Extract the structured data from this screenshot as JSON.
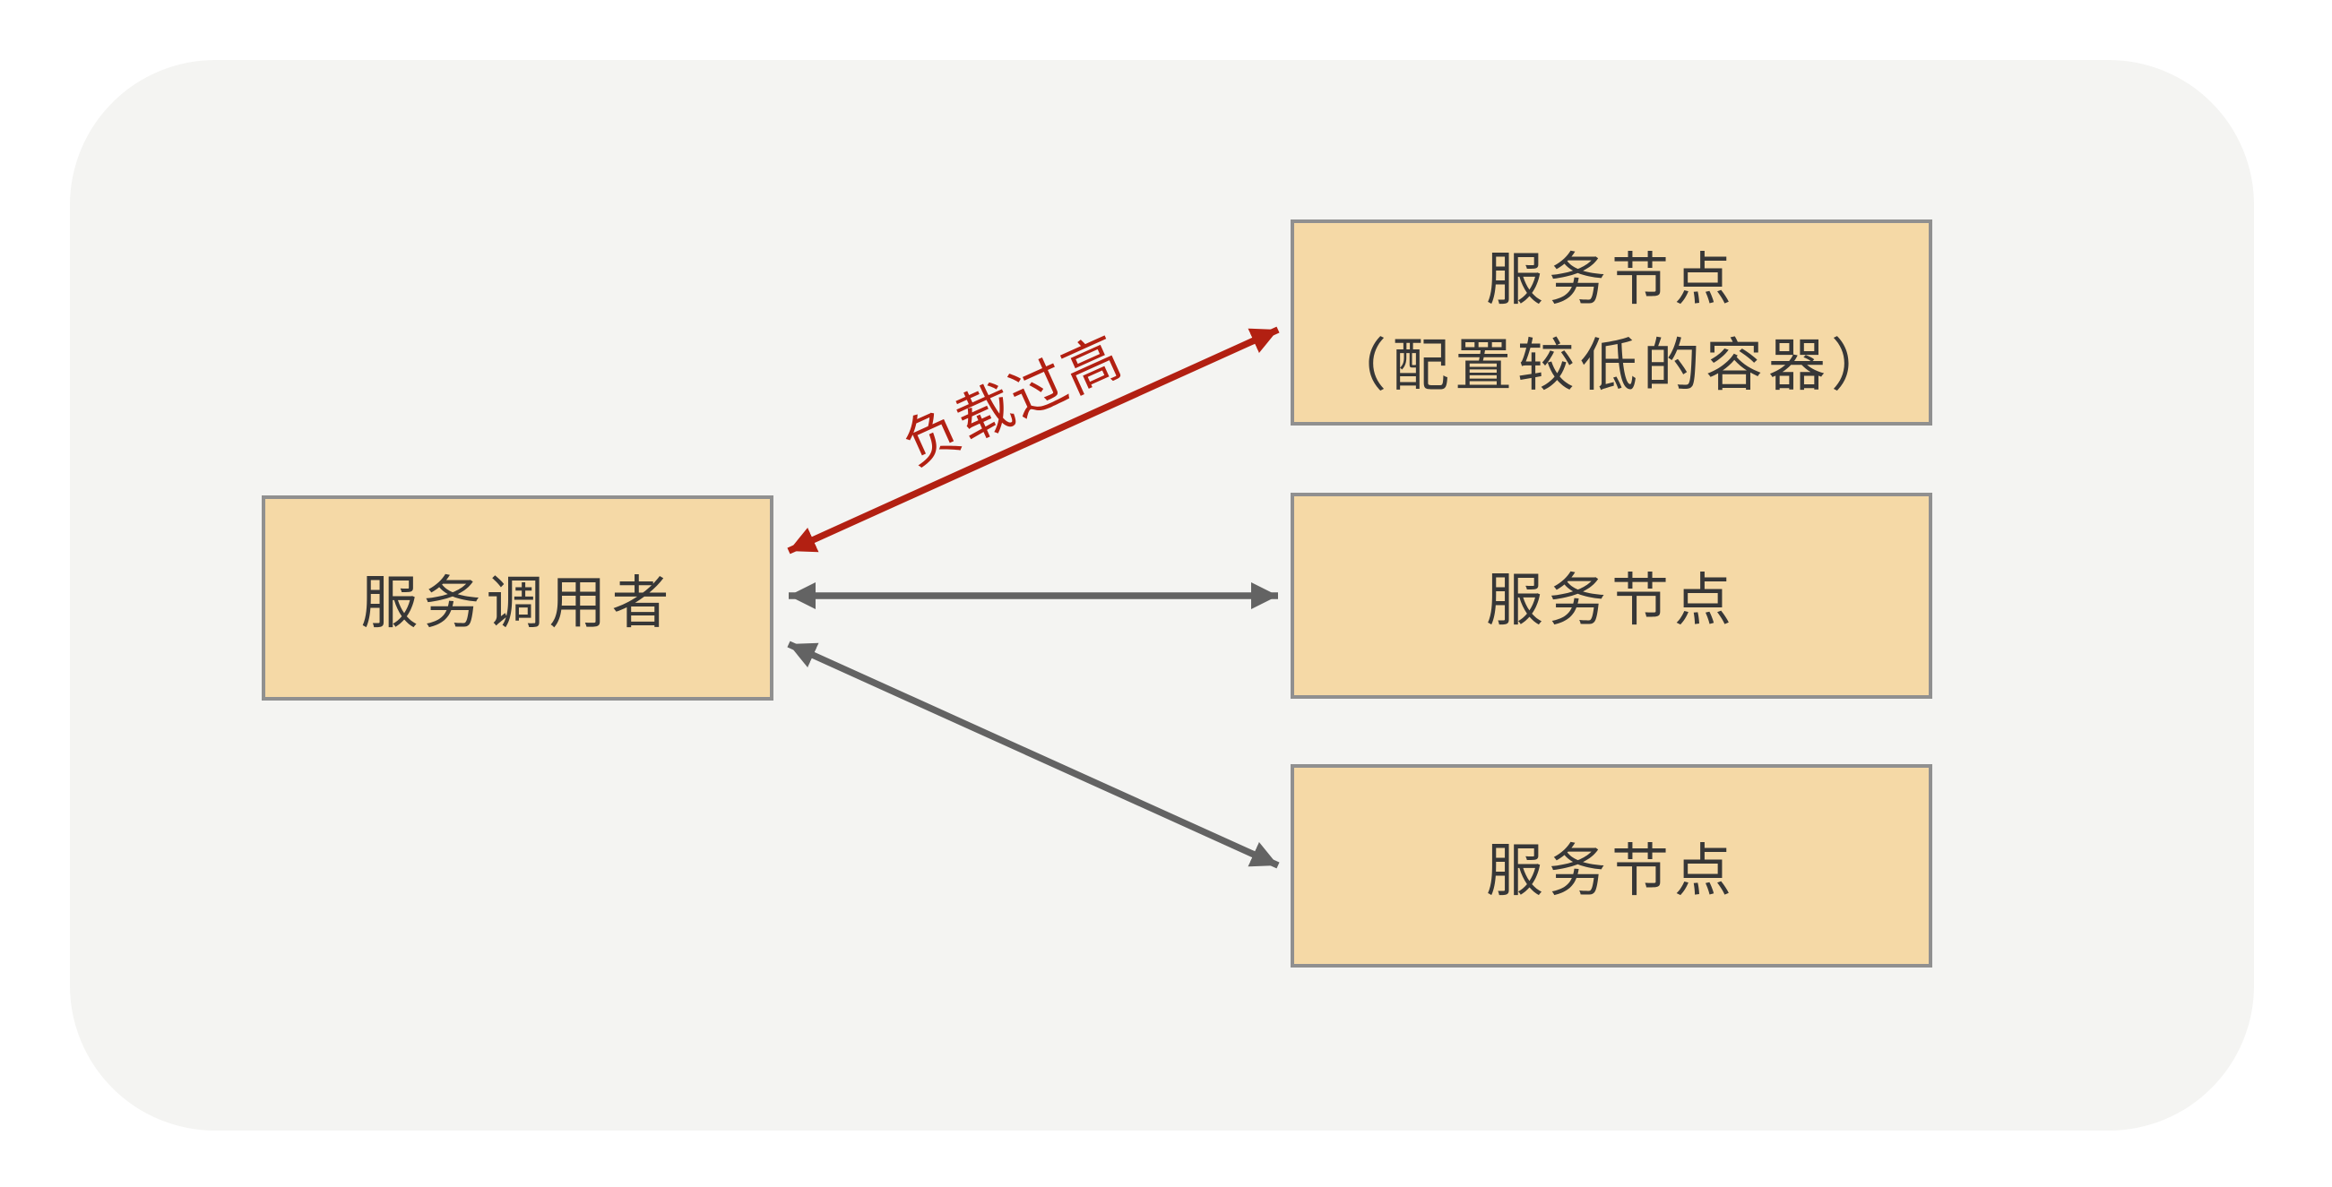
{
  "page_background": "#ffffff",
  "panel": {
    "background": "#f4f4f2"
  },
  "nodes": {
    "caller": {
      "label": "服务调用者"
    },
    "node_top": {
      "line1": "服务节点",
      "line2": "（配置较低的容器）"
    },
    "node_middle": {
      "label": "服务节点"
    },
    "node_bottom": {
      "label": "服务节点"
    }
  },
  "edges": {
    "overload": {
      "label": "负载过高",
      "color": "#b22012"
    },
    "normal_color": "#636363"
  },
  "style": {
    "box_fill": "#f5d9a6",
    "box_border": "#909090",
    "text_color": "#373737"
  }
}
